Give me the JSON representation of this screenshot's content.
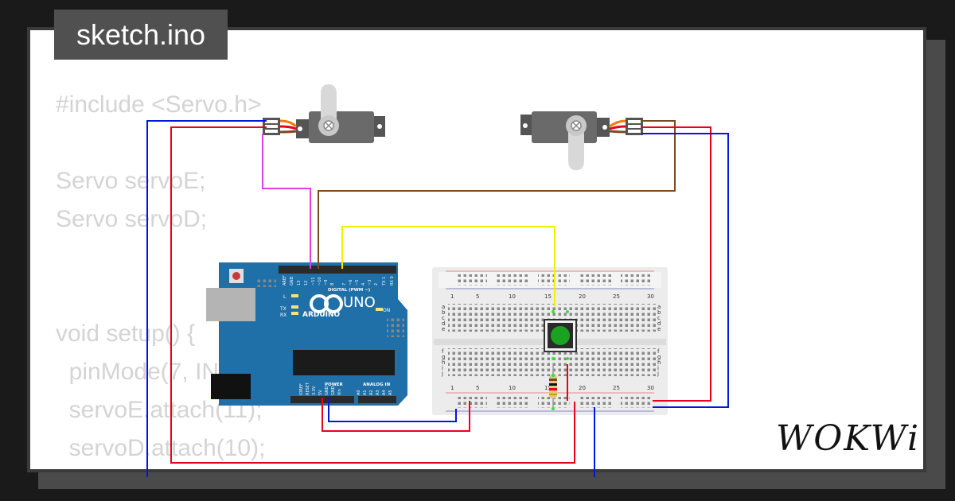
{
  "window": {
    "title": "sketch.ino"
  },
  "code_lines": [
    "#include <Servo.h>",
    "",
    "Servo servoE;",
    "Servo servoD;",
    "",
    "",
    "void setup() {",
    "  pinMode(7, INPUT);",
    "  servoE.attach(11);",
    "  servoD.attach(10);"
  ],
  "brand": {
    "name": "WOKWi"
  },
  "arduino": {
    "model": "UNO",
    "brand": "ARDUINO",
    "digital_label": "DIGITAL (PWM ~)",
    "power_label": "POWER",
    "analog_label": "ANALOG IN",
    "pin_l": "L",
    "pin_tx": "TX",
    "pin_rx": "RX",
    "on_label": "ON",
    "digital_pins": [
      "AREF",
      "GND",
      "13",
      "12",
      "~11",
      "~10",
      "~9",
      "8",
      "7",
      "~6",
      "~5",
      "4",
      "~3",
      "2",
      "TX 1",
      "RX 0"
    ],
    "power_pins": [
      "IOREF",
      "RESET",
      "3.3V",
      "5V",
      "GND",
      "GND",
      "Vin"
    ],
    "analog_pins": [
      "A0",
      "A1",
      "A2",
      "A3",
      "A4",
      "A5"
    ]
  },
  "breadboard": {
    "col_labels": [
      "1",
      "5",
      "10",
      "15",
      "20",
      "25",
      "30"
    ],
    "row_labels_top": [
      "a",
      "b",
      "c",
      "d",
      "e"
    ],
    "row_labels_bottom": [
      "f",
      "g",
      "h",
      "i",
      "j"
    ]
  },
  "colors": {
    "wire_red": "#e8001c",
    "wire_blue": "#0018d8",
    "wire_brown": "#7a4a20",
    "wire_magenta": "#e040e0",
    "wire_yellow": "#f4ee00",
    "board_blue": "#1f6fa8",
    "button_green": "#1aa321"
  }
}
